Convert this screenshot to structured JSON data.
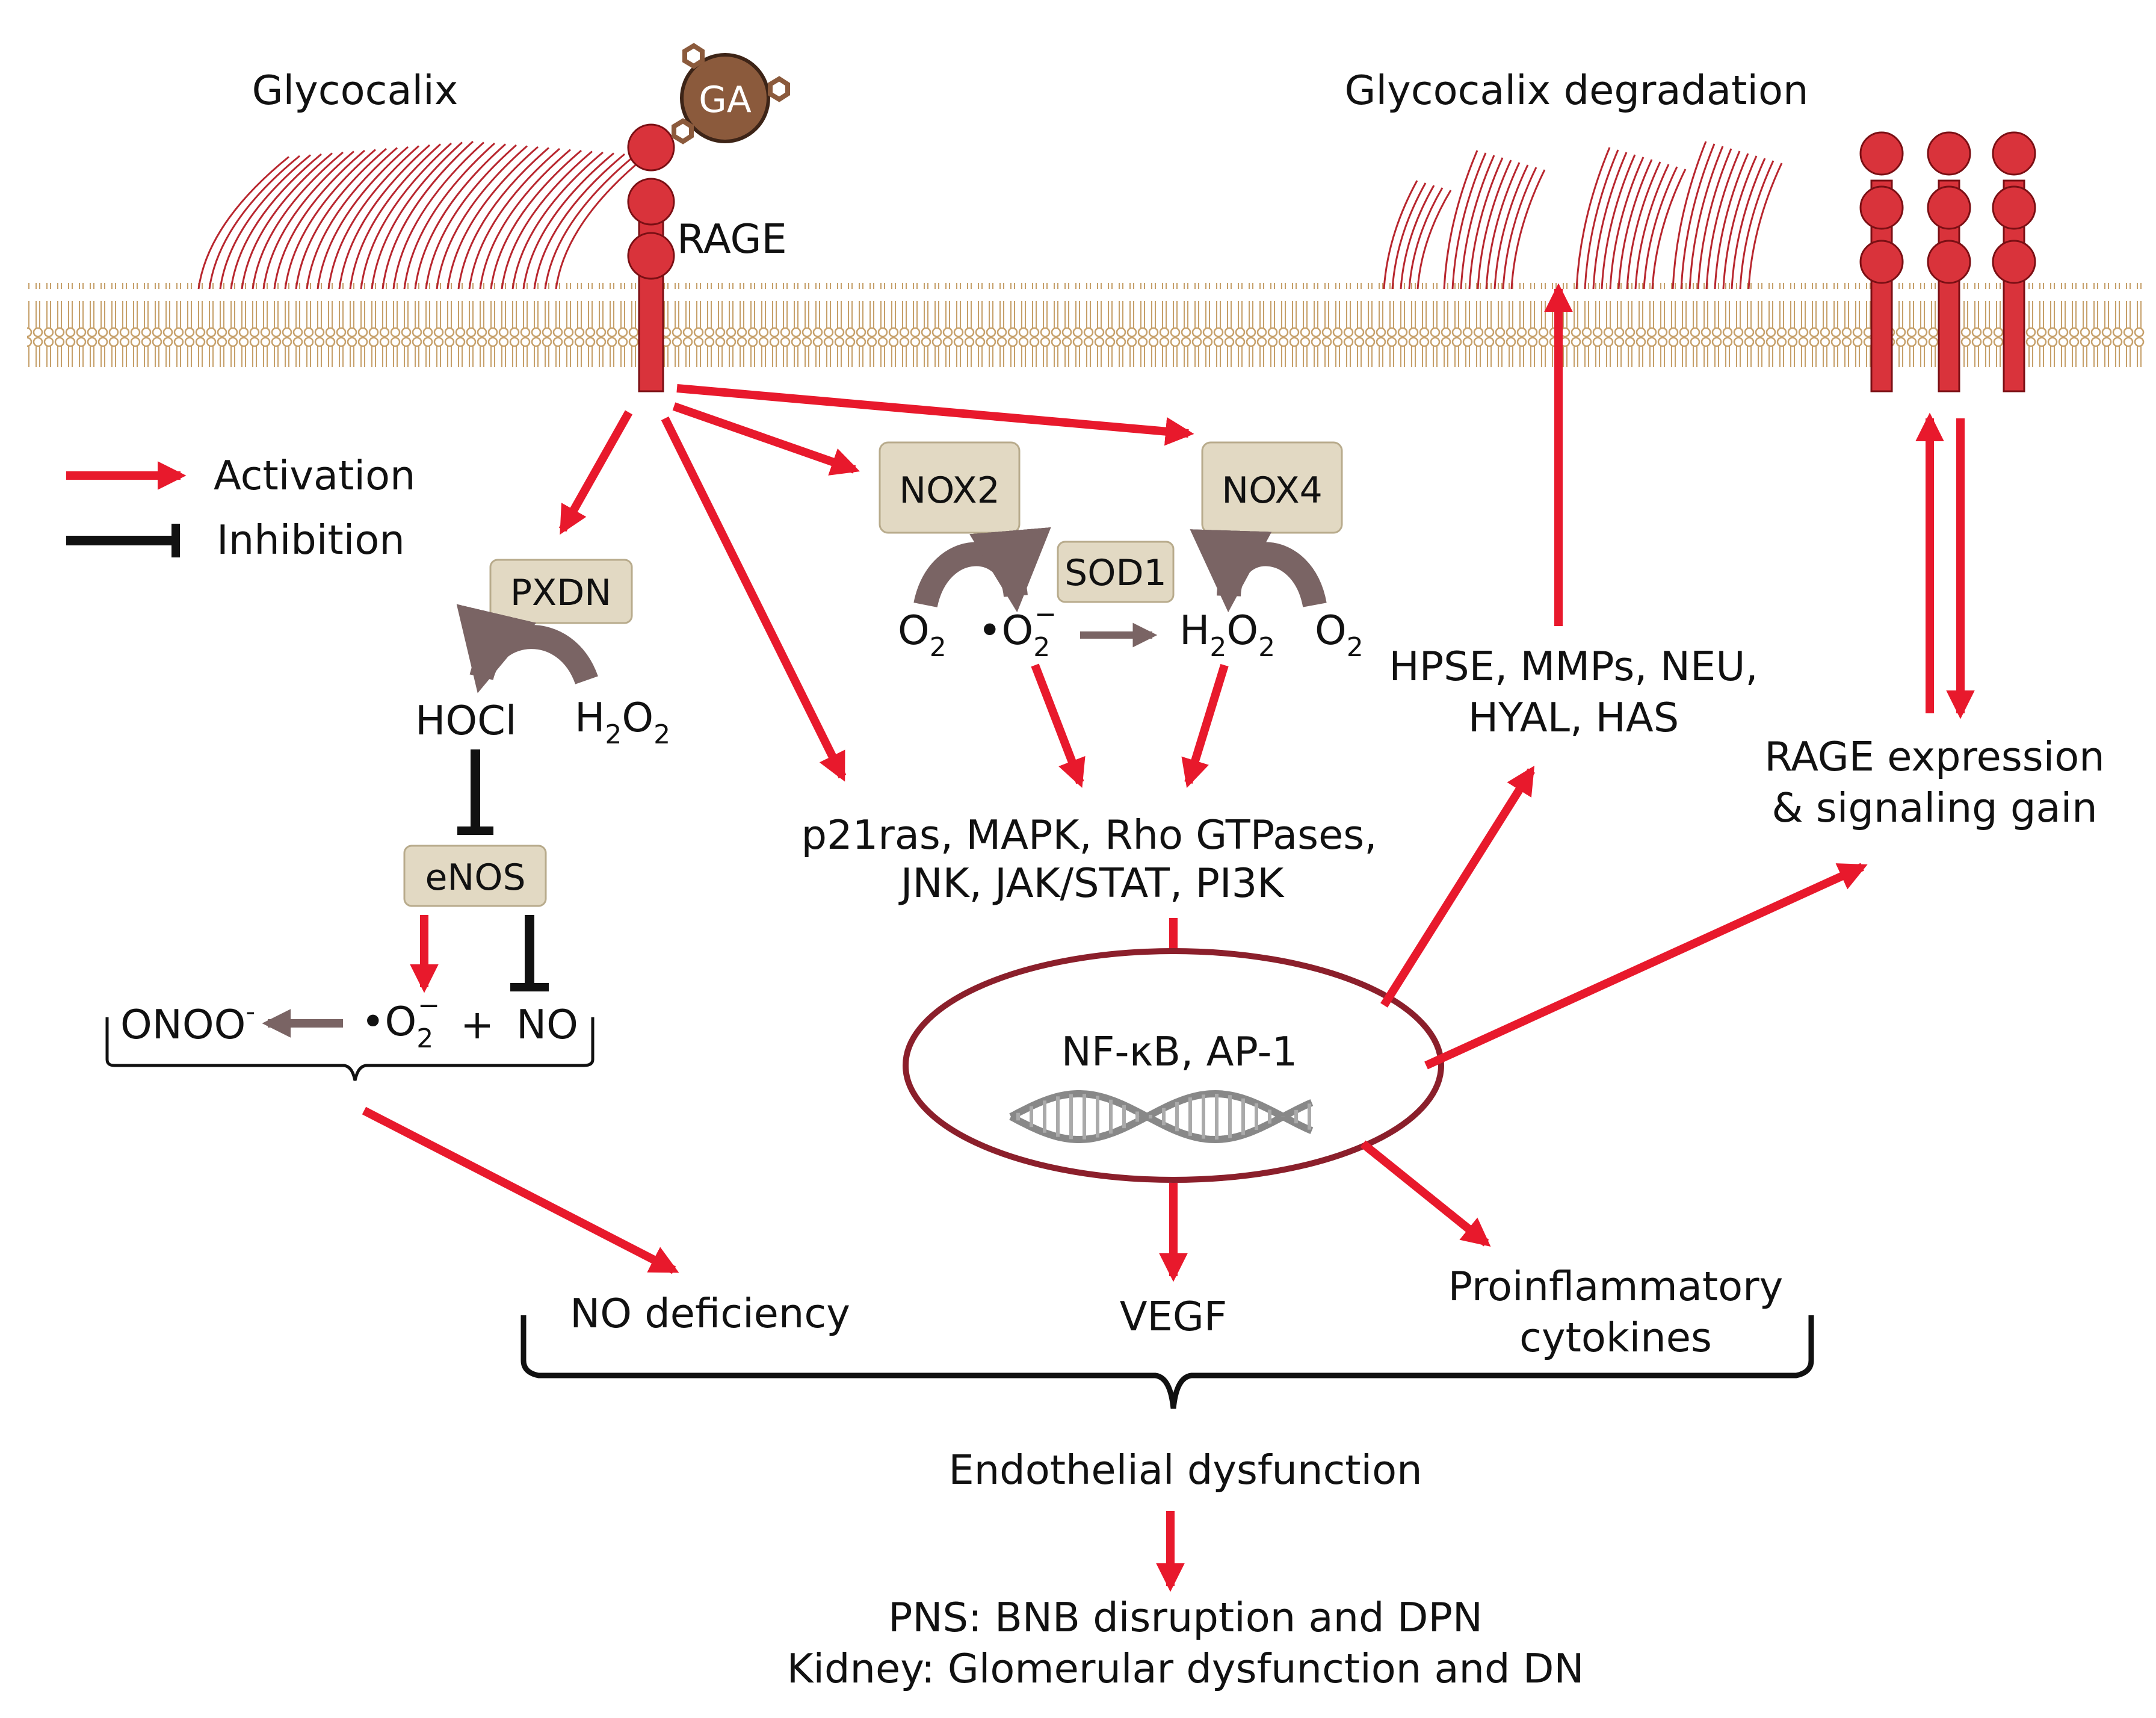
{
  "labels": {
    "glycocalix": "Glycocalix",
    "ga": "GA",
    "rage": "RAGE",
    "glycocalix_degradation": "Glycocalix degradation",
    "legend_activation": "Activation",
    "legend_inhibition": "Inhibition",
    "pxdn": "PXDN",
    "hocl": "HOCl",
    "h2o2_pxdn": "H2O2",
    "enos": "eNOS",
    "onoo": "ONOO",
    "onoo_sup": "-",
    "o2_radical_enos": "•O2",
    "plus": "+",
    "no": "NO",
    "nox2": "NOX2",
    "nox4": "NOX4",
    "sod1": "SOD1",
    "o2_nox2": "O2",
    "o2_radical_nox2": "•O2",
    "h2o2_nox4": "H2O2",
    "o2_nox4": "O2",
    "signaling_line1": "p21ras, MAPK, Rho GTPases,",
    "signaling_line2": "JNK, JAK/STAT, PI3K",
    "enzymes_line1": "HPSE, MMPs, NEU,",
    "enzymes_line2": "HYAL, HAS",
    "rage_gain_line1": "RAGE expression",
    "rage_gain_line2": "& signaling gain",
    "nucleus": "NF-κB, AP-1",
    "no_deficiency": "NO deficiency",
    "vegf": "VEGF",
    "cytokines_line1": "Proinflammatory",
    "cytokines_line2": "cytokines",
    "endothelial_dysfunction": "Endothelial dysfunction",
    "outcome_line1": "PNS: BNB disruption and DPN",
    "outcome_line2": "Kidney: Glomerular dysfunction and DN"
  },
  "colors": {
    "activation": "#e8192c",
    "inhibition": "#111111",
    "rage_receptor": "#d9333b",
    "ga_particle": "#8b5a3c",
    "box_fill": "#e2d9c3",
    "cycle_arrow": "#7a6464",
    "nucleus_outline": "#8b1f2b",
    "membrane": "#c6a06a",
    "glycocalix_strand": "#b8262e",
    "dna": "#888888"
  }
}
